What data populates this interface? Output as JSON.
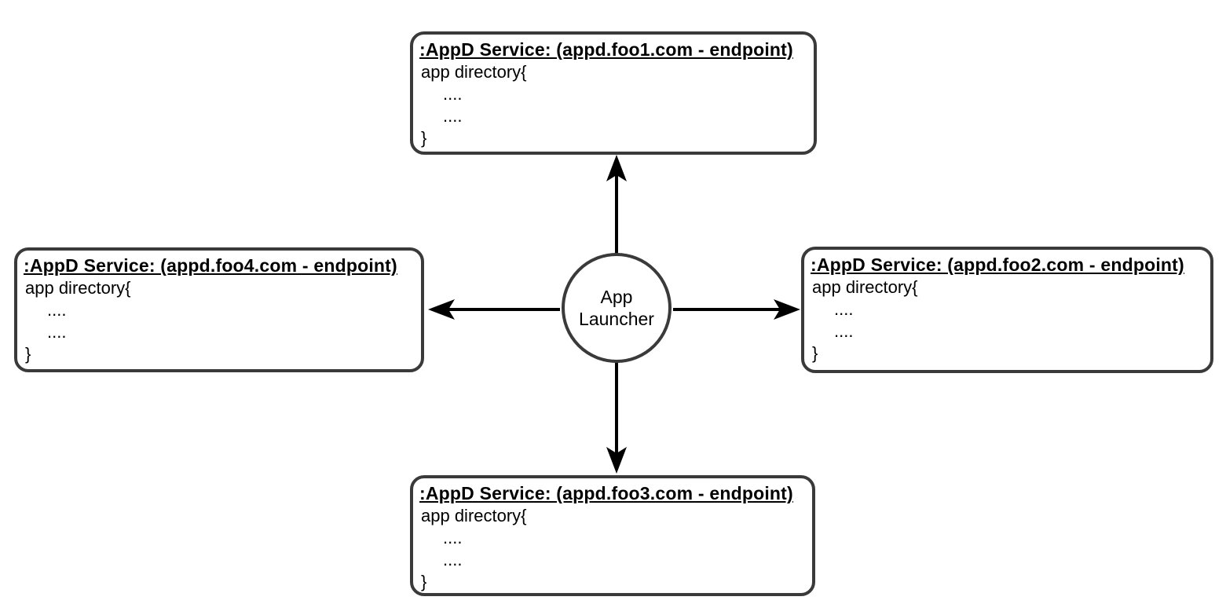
{
  "diagram": {
    "center_node": {
      "line1": "App",
      "line2": "Launcher"
    },
    "nodes": [
      {
        "position": "top",
        "title": ":AppD Service: (appd.foo1.com - endpoint)",
        "body": [
          "app directory{",
          "....",
          "....",
          "}"
        ]
      },
      {
        "position": "right",
        "title": ":AppD Service: (appd.foo2.com - endpoint)",
        "body": [
          "app directory{",
          "....",
          "....",
          "}"
        ]
      },
      {
        "position": "bottom",
        "title": ":AppD Service: (appd.foo3.com - endpoint)",
        "body": [
          "app directory{",
          "....",
          "....",
          "}"
        ]
      },
      {
        "position": "left",
        "title": ":AppD Service: (appd.foo4.com - endpoint)",
        "body": [
          "app directory{",
          "....",
          "....",
          "}"
        ]
      }
    ],
    "arrows": [
      {
        "from": "app-launcher",
        "to": "appd-service-foo1",
        "direction": "up"
      },
      {
        "from": "app-launcher",
        "to": "appd-service-foo2",
        "direction": "right"
      },
      {
        "from": "app-launcher",
        "to": "appd-service-foo3",
        "direction": "down"
      },
      {
        "from": "app-launcher",
        "to": "appd-service-foo4",
        "direction": "left"
      }
    ]
  },
  "colors": {
    "box_border": "#3a3a3a",
    "arrow": "#000000",
    "text": "#000000",
    "background": "#ffffff"
  }
}
